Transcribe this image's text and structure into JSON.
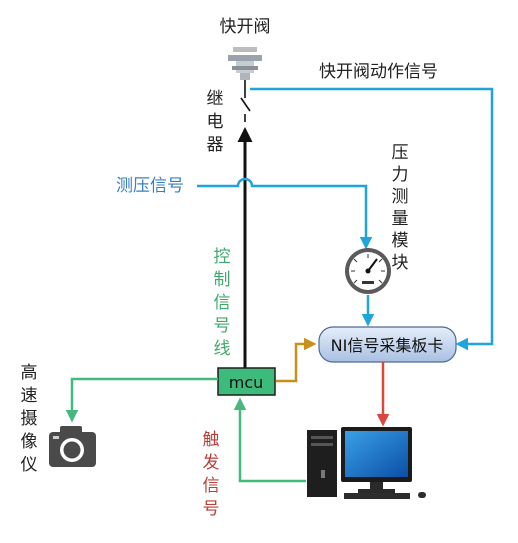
{
  "labels": {
    "valve": "快开阀",
    "valve_signal": "快开阀动作信号",
    "relay": [
      "继",
      "电",
      "器"
    ],
    "pressure_signal": "测压信号",
    "pressure_module": [
      "压",
      "力",
      "测",
      "量",
      "模",
      "块"
    ],
    "control_line": [
      "控",
      "制",
      "信",
      "号",
      "线"
    ],
    "ni_card": "NI信号采集板卡",
    "mcu": "mcu",
    "camera": [
      "高",
      "速",
      "摄",
      "像",
      "仪"
    ],
    "trigger": [
      "触",
      "发",
      "信",
      "号"
    ]
  },
  "colors": {
    "blue_line": "#1fa4dc",
    "green_line": "#45b97c",
    "black_line": "#111111",
    "gold_line": "#c8901a",
    "red_line": "#d9473d",
    "pressure_signal_text": "#3a7fc1",
    "control_text": "#3fa86b",
    "trigger_text": "#b8403a",
    "mcu_fill": "#3dbb7a",
    "ni_fill": "#c9d8ee"
  },
  "icons": [
    "valve-icon",
    "relay-switch-icon",
    "pressure-gauge-icon",
    "camera-icon",
    "computer-icon"
  ]
}
